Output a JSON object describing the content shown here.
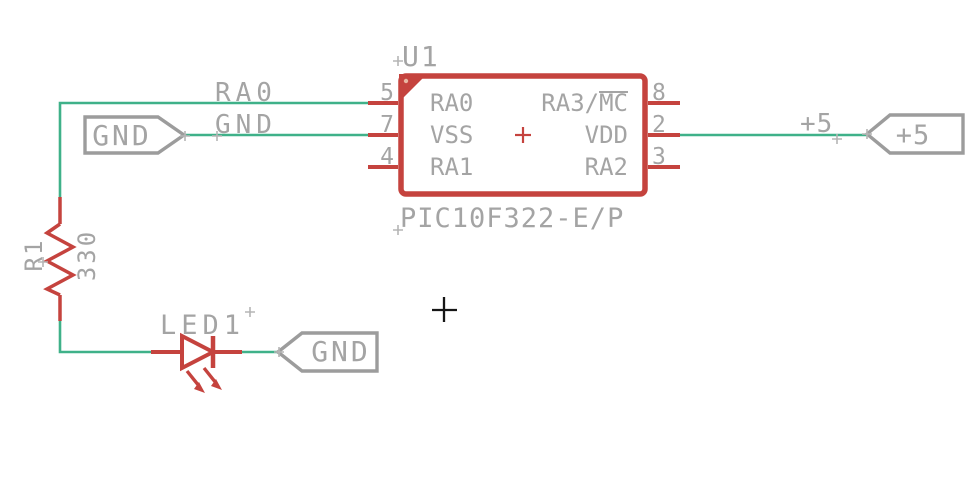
{
  "app": {
    "view": "schematic-canvas"
  },
  "colors": {
    "component_red": "#c5433e",
    "wire_green": "#3fb189",
    "text_gray": "#a4a4a4",
    "flag_outline_gray": "#9c9c9c",
    "cursor_black": "#161616",
    "background": "#ffffff"
  },
  "ic": {
    "designator": "U1",
    "part_name": "PIC10F322-E/P",
    "center_marker": "+",
    "left_pins": [
      {
        "number": "5",
        "name": "RA0"
      },
      {
        "number": "7",
        "name": "VSS"
      },
      {
        "number": "4",
        "name": "RA1"
      }
    ],
    "right_pins": [
      {
        "number": "8",
        "name": "RA3/MC",
        "name_prefix": "RA3/",
        "name_overline": "MC"
      },
      {
        "number": "2",
        "name": "VDD"
      },
      {
        "number": "3",
        "name": "RA2"
      }
    ]
  },
  "resistor": {
    "designator": "R1",
    "value": "330"
  },
  "led": {
    "designator": "LED1"
  },
  "net_labels": {
    "ra0": "RA0",
    "gnd": "GND",
    "plus5": "+5"
  },
  "power_flags": {
    "gnd_left": "GND",
    "gnd_led": "GND",
    "plus5": "+5"
  }
}
